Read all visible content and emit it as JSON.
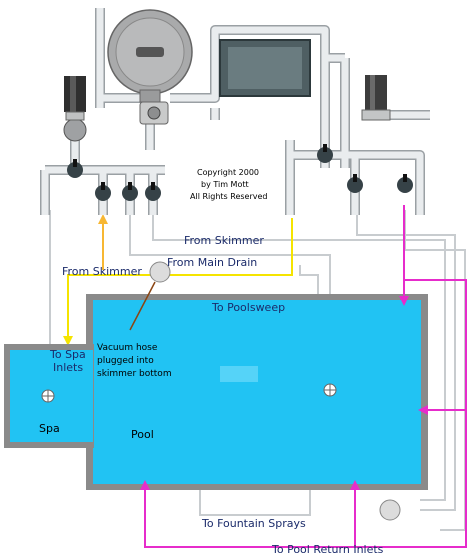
{
  "copyright": [
    "Copyright 2000",
    "by Tim Mott",
    "All Rights Reserved"
  ],
  "labels": {
    "from_skimmer_top": "From  Skimmer",
    "from_skimmer_left": "From Skimmer",
    "from_main_drain": "From Main Drain",
    "to_poolsweep": "To Poolsweep",
    "to_spa_inlets_1": "To Spa",
    "to_spa_inlets_2": "Inlets",
    "vacuum_note": [
      "Vacuum hose",
      "plugged into",
      "skimmer bottom"
    ],
    "spa": "Spa",
    "pool": "Pool",
    "to_fountain_sprays": "To Fountain Sprays",
    "to_pool_return_inlets": "To Pool Return Inlets"
  },
  "colors": {
    "water": "#21c3f3",
    "pool_edge": "#8a8a8a",
    "pipe_main": "#e9ecee",
    "pipe_outline": "#9aa0a4",
    "return_line": "#e62ccb",
    "spa_line": "#f5e400",
    "skimmer_line": "#f7b733",
    "thin_line": "#c8cccf"
  }
}
